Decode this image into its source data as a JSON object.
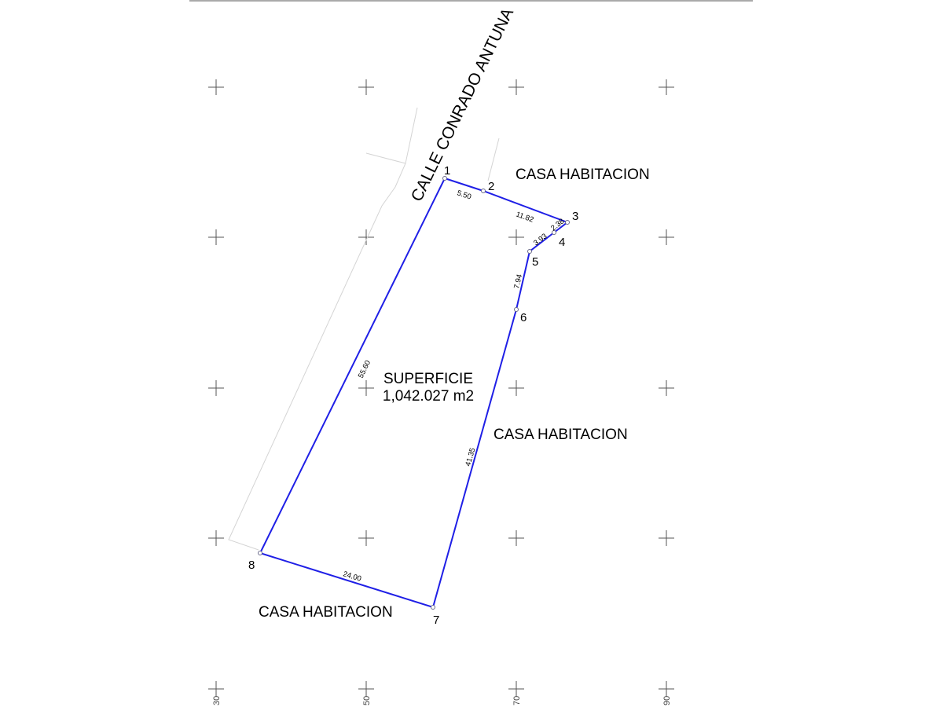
{
  "street_label": "CALLE CONRADO ANTUNA",
  "neighbor_labels": {
    "top": "CASA HABITACION",
    "right": "CASA HABITACION",
    "bottom": "CASA HABITACION"
  },
  "area": {
    "label": "SUPERFICIE",
    "value": "1,042.027 m2"
  },
  "vertices": [
    "1",
    "2",
    "3",
    "4",
    "5",
    "6",
    "7",
    "8"
  ],
  "segment_lengths": {
    "s1_2": "5.50",
    "s2_3": "11.82",
    "s3_4": "2.38",
    "s4_5": "3.93",
    "s5_6": "7.94",
    "s6_7": "41.35",
    "s7_8": "24.00",
    "s8_1": "55.60"
  },
  "grid_axis_labels": [
    "30",
    "50",
    "70",
    "90"
  ],
  "colors": {
    "boundary": "#1f1fe6",
    "grid_marks": "#555555",
    "reference_lines": "#d4d4d4"
  }
}
